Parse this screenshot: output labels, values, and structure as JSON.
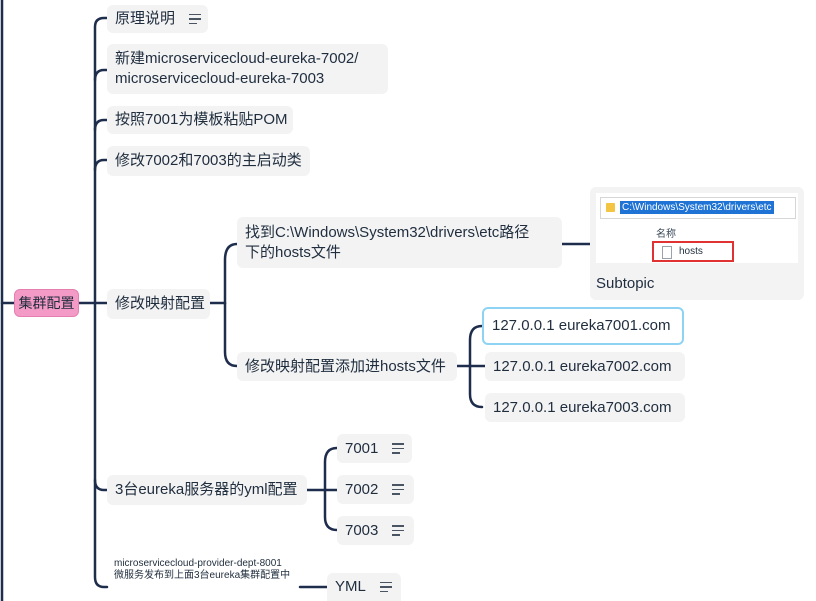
{
  "root": {
    "label": "集群配置"
  },
  "topics": {
    "principle": "原理说明",
    "new_module_1": "新建microservicecloud-eureka-7002/",
    "new_module_2": "microservicecloud-eureka-7003",
    "copy_pom": "按照7001为模板粘贴POM",
    "modify_main": "修改7002和7003的主启动类",
    "mapping": "修改映射配置",
    "find_path_1": "找到C:\\Windows\\System32\\drivers\\etc路径",
    "find_path_2": "下的hosts文件",
    "add_hosts": "修改映射配置添加进hosts文件",
    "hosts_entries": [
      "127.0.0.1  eureka7001.com",
      "127.0.0.1  eureka7002.com",
      "127.0.0.1  eureka7003.com"
    ],
    "yml_config": "3台eureka服务器的yml配置",
    "yml_children": [
      "7001",
      "7002",
      "7003"
    ],
    "provider_line_1": "microservicecloud-provider-dept-8001",
    "provider_line_2": "微服务发布到上面3台eureka集群配置中",
    "yml": "YML"
  },
  "image_card": {
    "path": "C:\\Windows\\System32\\drivers\\etc",
    "column_header": "名称",
    "file_name": "hosts",
    "caption": "Subtopic"
  },
  "colors": {
    "line": "#1f2d4d",
    "root_fill": "#f49ac6",
    "selected_border": "#8fd3f4",
    "highlight_box": "#e03232"
  }
}
